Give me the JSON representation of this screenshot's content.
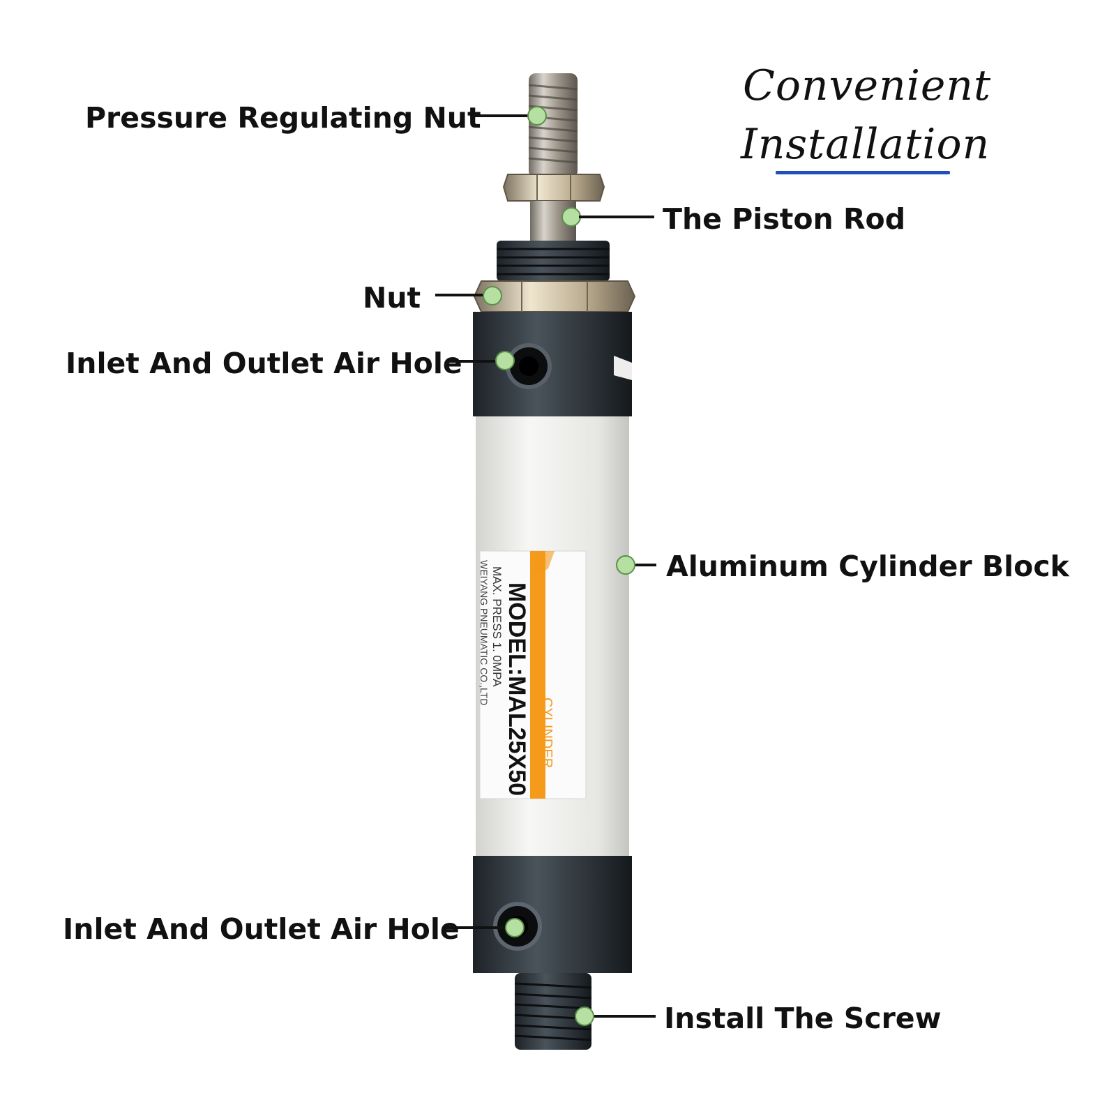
{
  "title": {
    "line1": "Convenient",
    "line2": "Installation",
    "underline_color": "#1f4fb8"
  },
  "labels": {
    "pressure_nut": "Pressure Regulating Nut",
    "piston_rod": "The Piston Rod",
    "nut": "Nut",
    "air_hole_top": "Inlet And Outlet Air Hole",
    "cylinder_block": "Aluminum Cylinder Block",
    "air_hole_bottom": "Inlet And Outlet Air Hole",
    "install_screw": "Install The Screw"
  },
  "sticker": {
    "brand": "CYLINDER",
    "model": "MODEL:MAL25X50",
    "pressure": "MAX. PRESS  1. 0MPA",
    "maker": "WEIYANG PNEUMATIC CO.,LTD"
  },
  "colors": {
    "marker": "#b5e0a2",
    "accent": "#f59a1b",
    "body": "#ececec",
    "caps": "#2c3238"
  }
}
